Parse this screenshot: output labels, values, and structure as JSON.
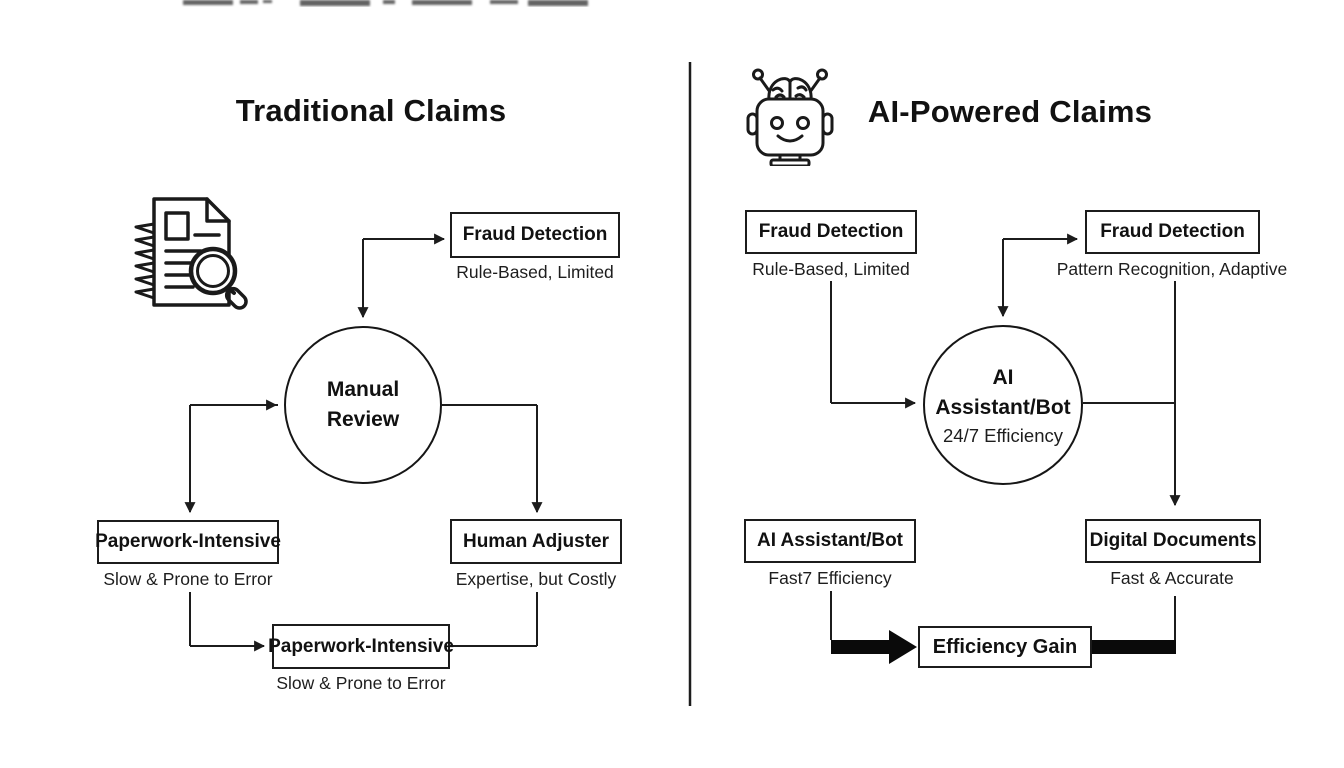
{
  "colors": {
    "background": "#ffffff",
    "line": "#1c1c1c",
    "text": "#141414",
    "thick_arrow": "#0a0a0a"
  },
  "left_panel": {
    "title": "Traditional Claims",
    "icon": "documents-magnifier-icon",
    "fraud_detection": {
      "label": "Fraud Detection",
      "subtitle": "Rule-Based, Limited"
    },
    "manual_review": {
      "label": "Manual Review"
    },
    "paperwork_intensive": {
      "label": "Paperwork-Intensive",
      "subtitle": "Slow & Prone to Error"
    },
    "human_adjuster": {
      "label": "Human Adjuster",
      "subtitle": "Expertise, but Costly"
    },
    "paperwork_intensive_bottom": {
      "label": "Paperwork-Intensive",
      "subtitle": "Slow & Prone to Error"
    }
  },
  "right_panel": {
    "title": "AI-Powered Claims",
    "icon": "robot-icon",
    "fraud_detection_rule": {
      "label": "Fraud Detection",
      "subtitle": "Rule-Based, Limited"
    },
    "fraud_detection_pattern": {
      "label": "Fraud Detection",
      "subtitle": "Pattern Recognition, Adaptive"
    },
    "ai_assistant_circle": {
      "label": "AI Assistant/Bot",
      "subtitle": "24/7 Efficiency"
    },
    "ai_assistant_box": {
      "label": "AI Assistant/Bot",
      "subtitle": "Fast7 Efficiency"
    },
    "digital_documents": {
      "label": "Digital Documents",
      "subtitle": "Fast & Accurate"
    },
    "efficiency_gain": {
      "label": "Efficiency Gain"
    }
  }
}
